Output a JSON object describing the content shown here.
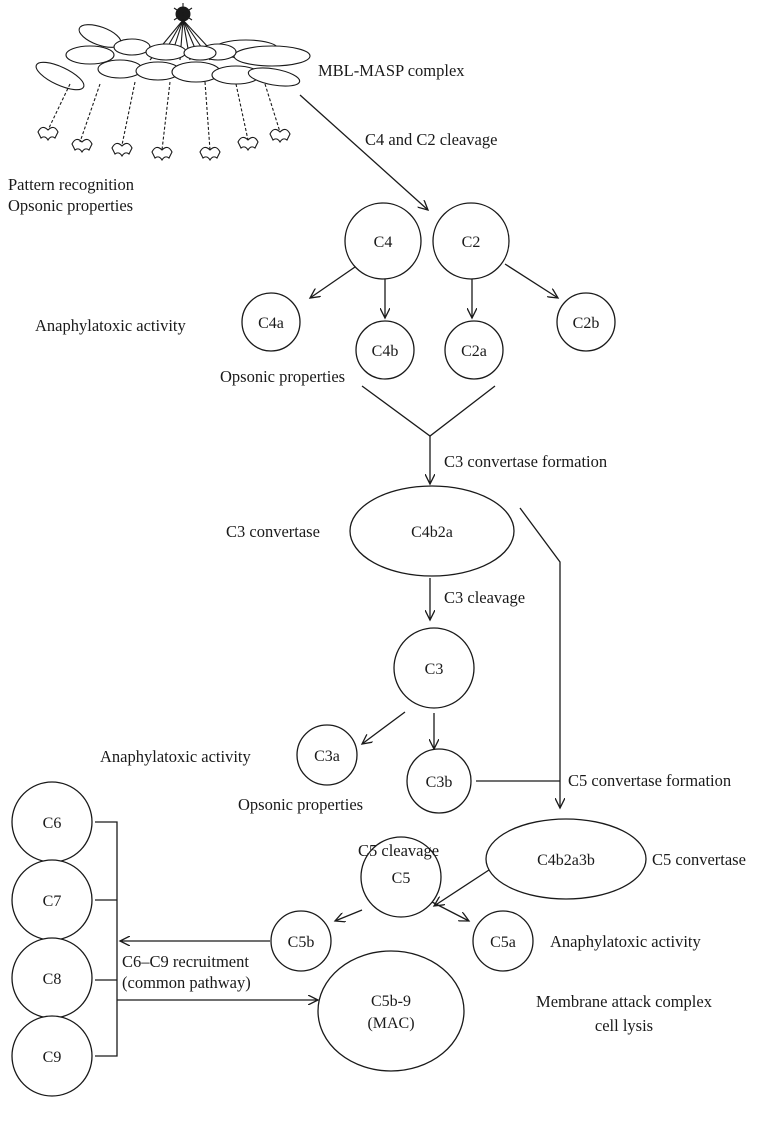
{
  "nodes": {
    "c4": "C4",
    "c2": "C2",
    "c4a": "C4a",
    "c4b": "C4b",
    "c2a": "C2a",
    "c2b": "C2b",
    "c4b2a": "C4b2a",
    "c3": "C3",
    "c3a": "C3a",
    "c3b": "C3b",
    "c4b2a3b": "C4b2a3b",
    "c5": "C5",
    "c5a": "C5a",
    "c5b": "C5b",
    "c5b9_line1": "C5b-9",
    "c5b9_line2": "(MAC)",
    "c6": "C6",
    "c7": "C7",
    "c8": "C8",
    "c9": "C9"
  },
  "labels": {
    "mbl_masp": "MBL-MASP complex",
    "c4_c2_cleavage": "C4 and C2 cleavage",
    "pattern_recognition": "Pattern recognition",
    "opsonic_top": "Opsonic properties",
    "anaphylatoxic_c4a": "Anaphylatoxic activity",
    "opsonic_c4b": "Opsonic properties",
    "c3_convertase_formation": "C3 convertase formation",
    "c3_convertase": "C3 convertase",
    "c3_cleavage": "C3 cleavage",
    "anaphylatoxic_c3a": "Anaphylatoxic activity",
    "opsonic_c3b": "Opsonic properties",
    "c5_convertase_formation": "C5 convertase formation",
    "c5_convertase": "C5 convertase",
    "c5_cleavage": "C5 cleavage",
    "anaphylatoxic_c5a": "Anaphylatoxic activity",
    "recruitment_line1": "C6–C9 recruitment",
    "recruitment_line2": "(common pathway)",
    "mac_line1": "Membrane attack complex",
    "mac_line2": "cell lysis"
  }
}
